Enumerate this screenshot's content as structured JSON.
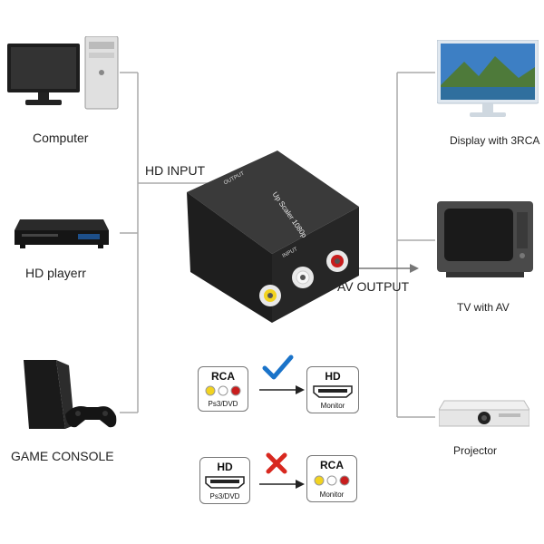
{
  "devices_left": [
    {
      "label": "Computer",
      "icon": "computer-icon"
    },
    {
      "label": "HD playerr",
      "icon": "hd-player-icon"
    },
    {
      "label": "GAME CONSOLE",
      "icon": "game-console-icon"
    }
  ],
  "devices_right": [
    {
      "label": "Display with 3RCA",
      "icon": "display-icon"
    },
    {
      "label": "TV with AV",
      "icon": "crt-tv-icon"
    },
    {
      "label": "Projector",
      "icon": "projector-icon"
    }
  ],
  "hd_input_label": "HD INPUT",
  "av_output_label": "AV OUTPUT",
  "converter": {
    "text_output": "OUTPUT",
    "text_input": "INPUT",
    "text_model": "Up Scaler 1080p"
  },
  "compat": [
    {
      "from_title": "RCA",
      "from_sub": "Ps3/DVD",
      "to_title": "HD",
      "to_sub": "Monitor",
      "mark": "check",
      "mark_color": "#1a73c9"
    },
    {
      "from_title": "HD",
      "from_sub": "Ps3/DVD",
      "to_title": "RCA",
      "to_sub": "Monitor",
      "mark": "cross",
      "mark_color": "#d8281f"
    }
  ]
}
